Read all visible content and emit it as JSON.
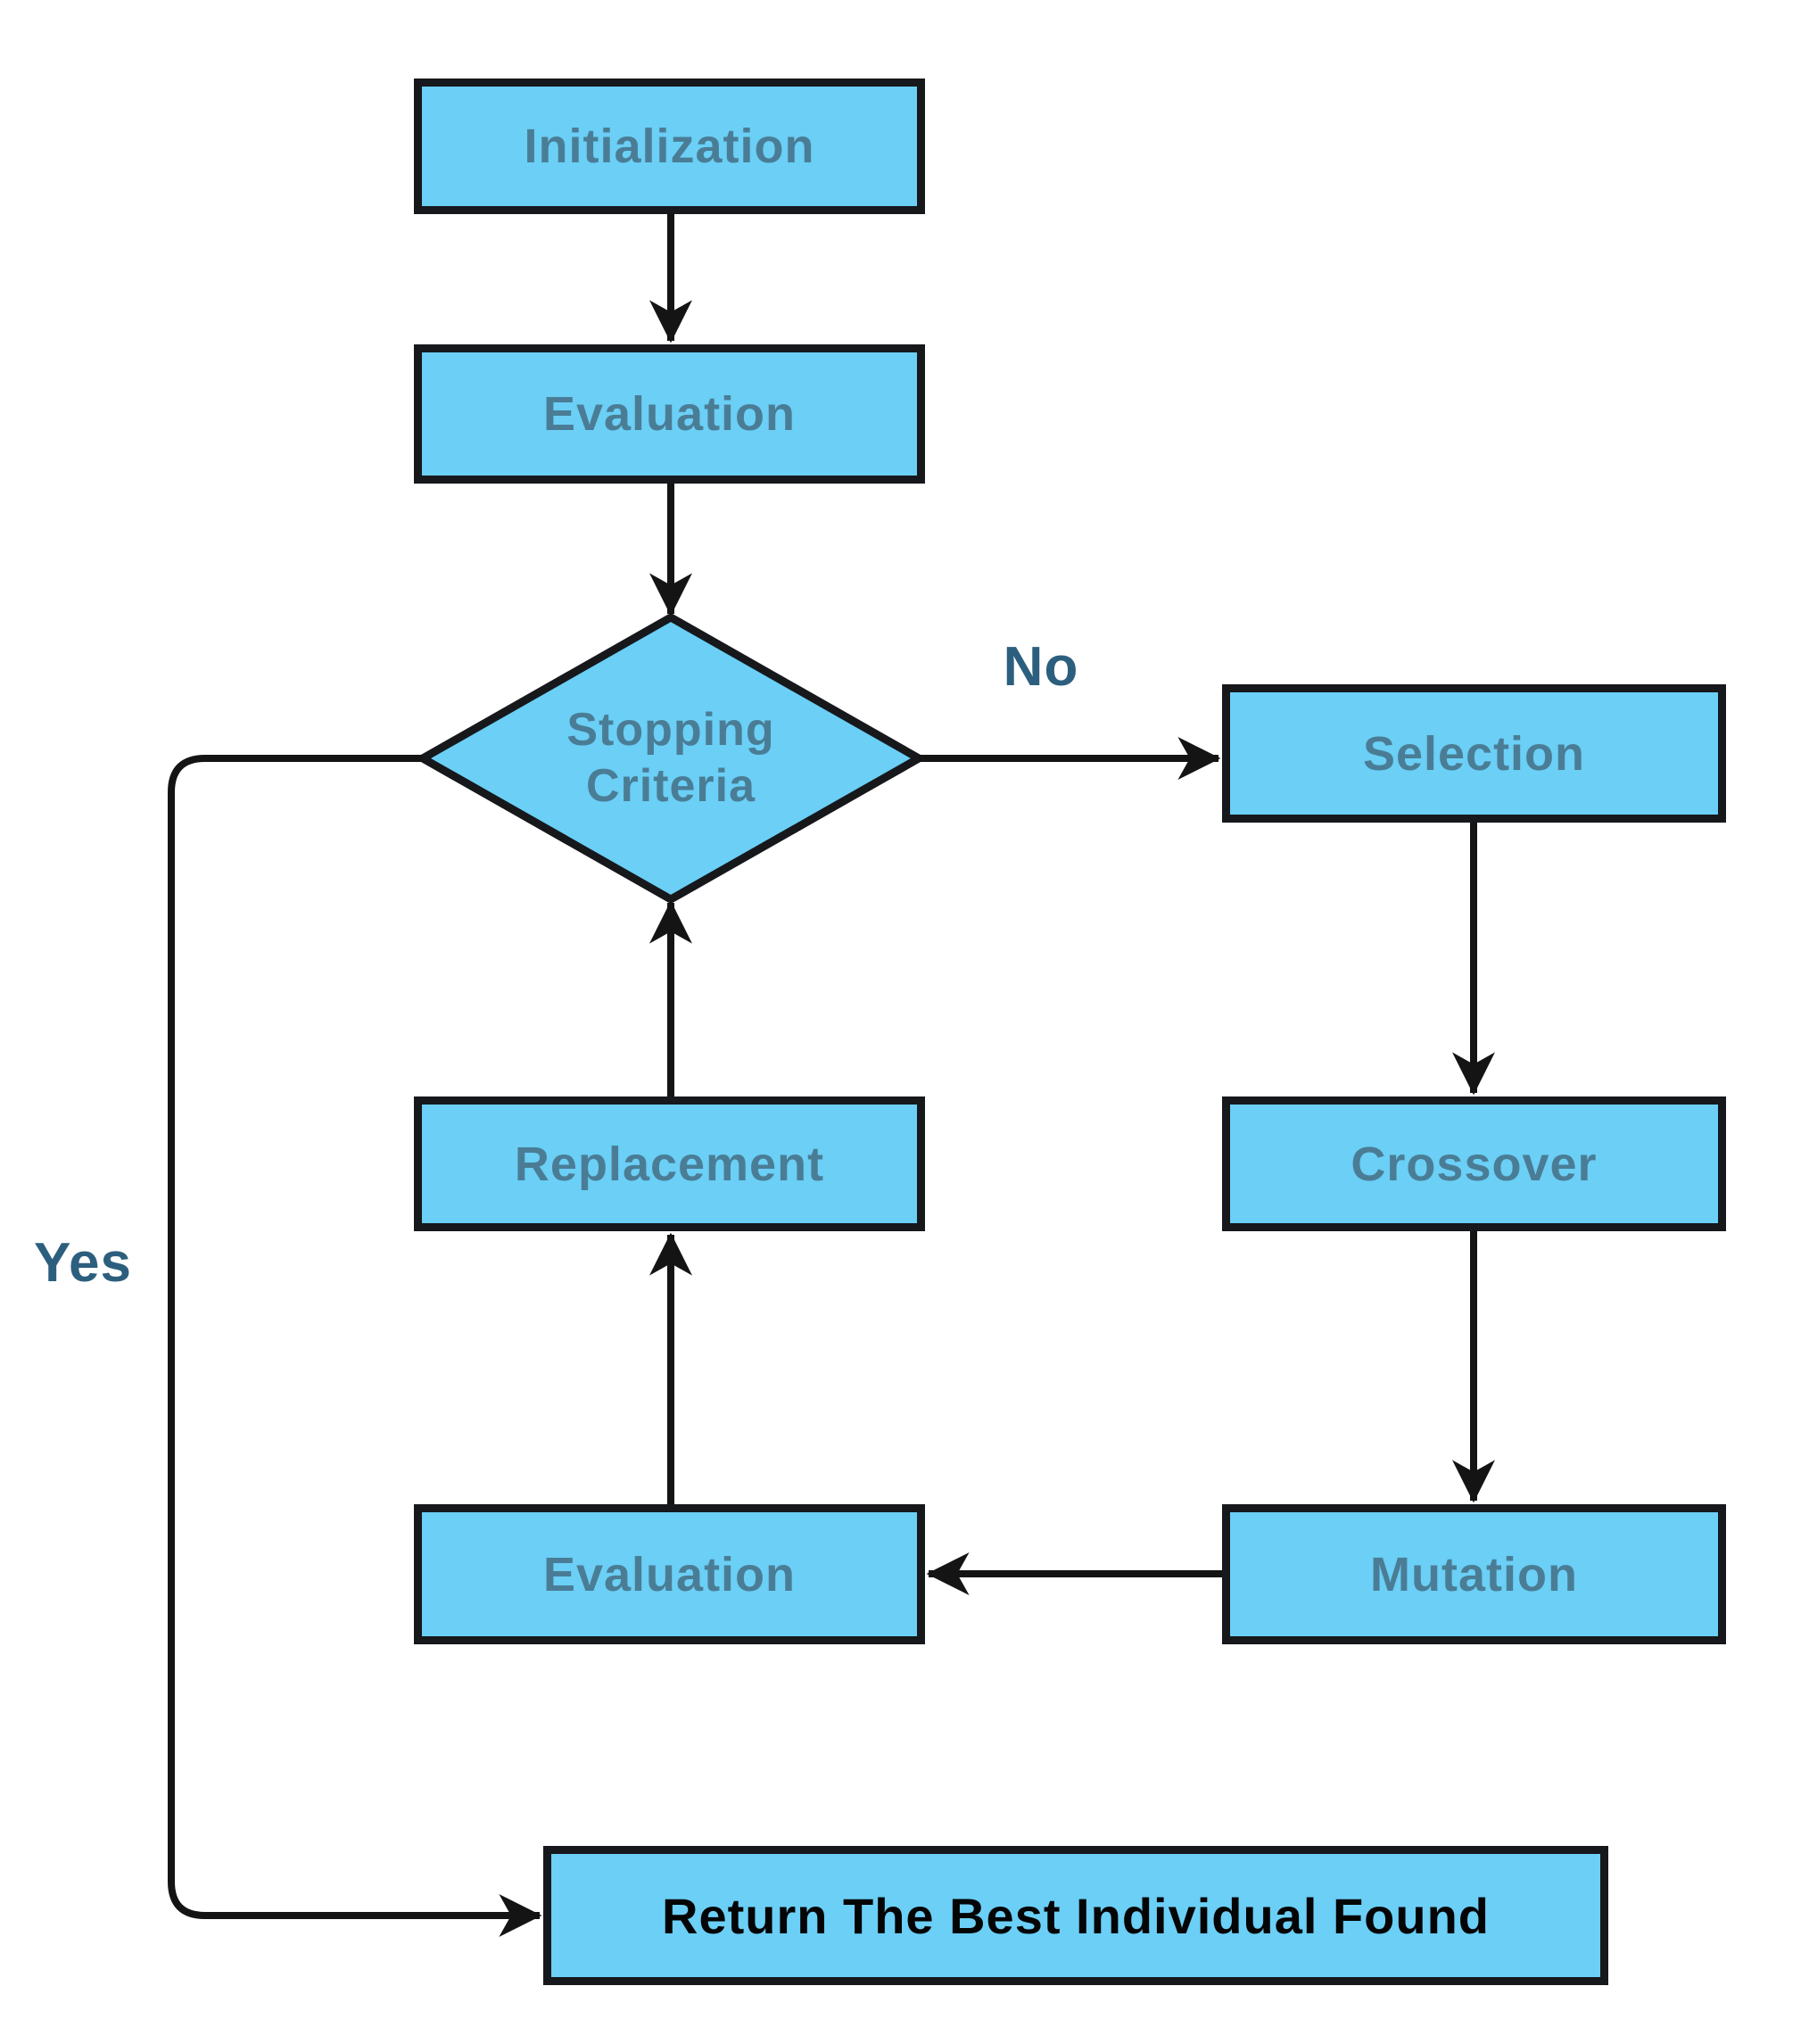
{
  "diagram": {
    "type": "flowchart",
    "nodes": {
      "initialization": {
        "label": "Initialization"
      },
      "evaluation_top": {
        "label": "Evaluation"
      },
      "stopping_criteria": {
        "label_line1": "Stopping",
        "label_line2": "Criteria"
      },
      "selection": {
        "label": "Selection"
      },
      "crossover": {
        "label": "Crossover"
      },
      "mutation": {
        "label": "Mutation"
      },
      "evaluation_loop": {
        "label": "Evaluation"
      },
      "replacement": {
        "label": "Replacement"
      },
      "return_best": {
        "label": "Return The Best Individual Found"
      }
    },
    "edge_labels": {
      "no": "No",
      "yes": "Yes"
    },
    "edges": [
      "Initialization -> Evaluation",
      "Evaluation -> Stopping Criteria",
      "Stopping Criteria -No-> Selection",
      "Selection -> Crossover",
      "Crossover -> Mutation",
      "Mutation -> Evaluation",
      "Evaluation -> Replacement",
      "Replacement -> Stopping Criteria",
      "Stopping Criteria -Yes-> Return The Best Individual Found"
    ],
    "colors": {
      "node_fill": "#6bcff6",
      "node_border": "#16181b",
      "node_text": "#4a7d95",
      "edge_label_text": "#2c5f7e",
      "return_text": "#050505",
      "line": "#141414",
      "background": "#ffffff"
    }
  }
}
